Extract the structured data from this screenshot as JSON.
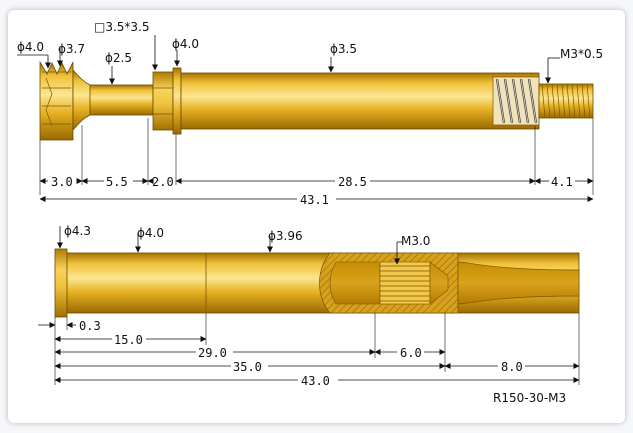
{
  "part_top": {
    "labels": {
      "d40_left": "ϕ4.0",
      "d37": "ϕ3.7",
      "d25": "ϕ2.5",
      "sq": "□3.5*3.5",
      "d40_right": "ϕ4.0",
      "d35": "ϕ3.5",
      "thread": "M3*0.5"
    },
    "dims": [
      "3.0",
      "5.5",
      "2.0",
      "28.5",
      "4.1"
    ],
    "total": "43.1"
  },
  "part_bottom": {
    "labels": {
      "d43": "ϕ4.3",
      "d40": "ϕ4.0",
      "d396": "ϕ3.96",
      "m30": "M3.0"
    },
    "dims": {
      "d03": "0.3",
      "d150": "15.0",
      "d290": "29.0",
      "d60": "6.0",
      "d350": "35.0",
      "d80": "8.0",
      "d430": "43.0"
    }
  },
  "model_code": "R150-30-M3",
  "colors": {
    "gold": "#e7b123",
    "gold_dark": "#b98200",
    "gold_light": "#fbe38a"
  }
}
